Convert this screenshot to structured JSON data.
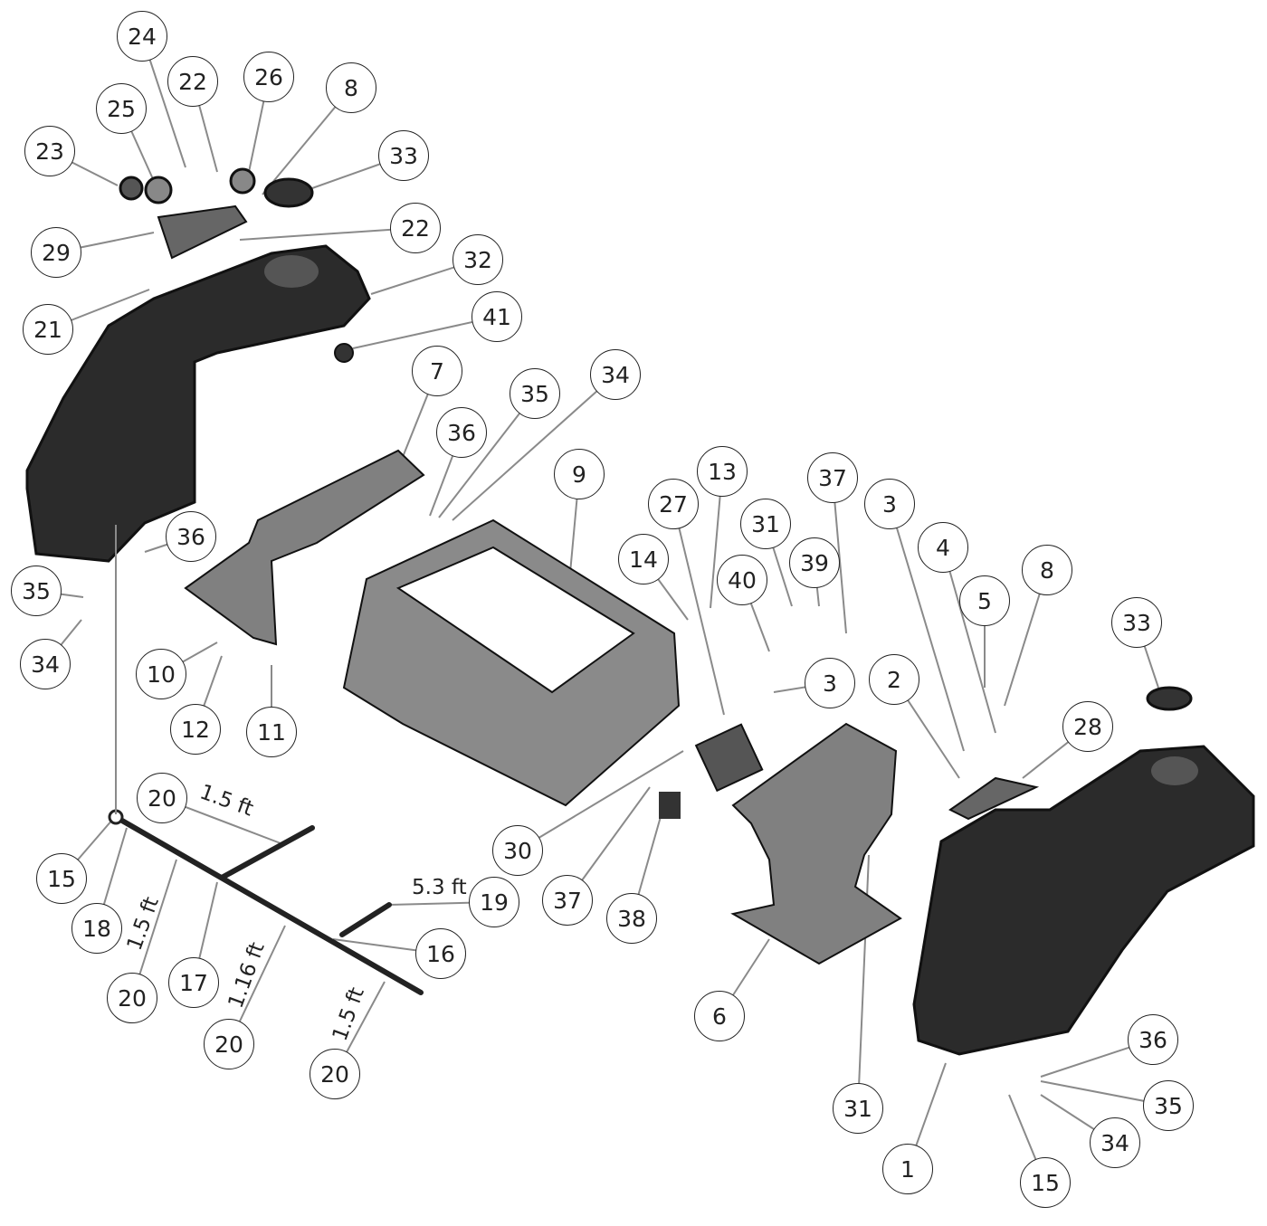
{
  "callouts": [
    "24",
    "22",
    "26",
    "8",
    "25",
    "23",
    "33",
    "22",
    "29",
    "32",
    "21",
    "41",
    "7",
    "35",
    "34",
    "36",
    "9",
    "13",
    "27",
    "37",
    "3",
    "31",
    "4",
    "36",
    "14",
    "39",
    "40",
    "8",
    "5",
    "33",
    "35",
    "34",
    "10",
    "3",
    "2",
    "12",
    "11",
    "28",
    "20",
    "30",
    "15",
    "37",
    "38",
    "19",
    "18",
    "16",
    "17",
    "20",
    "6",
    "20",
    "20",
    "36",
    "31",
    "35",
    "34",
    "1",
    "15"
  ],
  "dimensions": [
    "1.5 ft",
    "5.3 ft",
    "1.5 ft",
    "1.16 ft",
    "1.5 ft"
  ],
  "colors": {
    "part_dark": "#2b2b2b",
    "part_grey": "#7a7a7a",
    "leader": "#8a8a8a"
  }
}
